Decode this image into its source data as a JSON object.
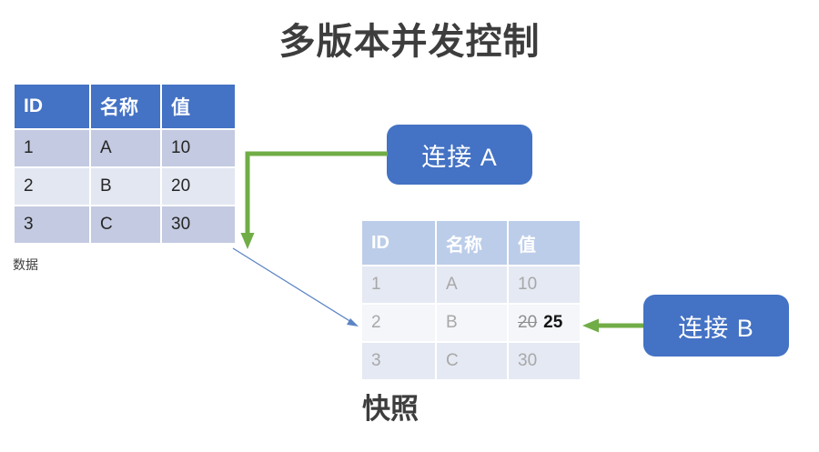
{
  "slide": {
    "title": "多版本并发控制"
  },
  "source_table": {
    "name": "数据",
    "caption": "数据",
    "headers": [
      "ID",
      "名称",
      "值"
    ],
    "rows": [
      [
        "1",
        "A",
        "10"
      ],
      [
        "2",
        "B",
        "20"
      ],
      [
        "3",
        "C",
        "30"
      ]
    ]
  },
  "snapshot_table": {
    "name": "快照",
    "caption": "快照",
    "headers": [
      "ID",
      "名称",
      "值"
    ],
    "rows": [
      {
        "id": "1",
        "name": "A",
        "value": "10",
        "old_value": null,
        "new_value": null
      },
      {
        "id": "2",
        "name": "B",
        "value": null,
        "old_value": "20",
        "new_value": "25"
      },
      {
        "id": "3",
        "name": "C",
        "value": "30",
        "old_value": null,
        "new_value": null
      }
    ]
  },
  "connections": {
    "a": {
      "label": "连接 A"
    },
    "b": {
      "label": "连接 B"
    }
  },
  "arrows": {
    "conn_a_to_data": {
      "icon": "elbow-arrow-down-icon",
      "color": "#70AD47"
    },
    "conn_b_to_snapshot": {
      "icon": "arrow-left-icon",
      "color": "#70AD47"
    },
    "data_to_snapshot": {
      "icon": "arrow-diagonal-icon",
      "color": "#5B84C4"
    }
  },
  "colors": {
    "header_blue": "#4472C4",
    "header_blue_faded": "#BCCDE9",
    "row_odd": "#C3CAE1",
    "row_even": "#E3E7F1",
    "row_odd_faded": "#E5E9F3",
    "row_even_faded": "#F4F6FA",
    "arrow_green": "#70AD47",
    "arrow_blue": "#5B84C4",
    "title_text": "#3D3D3D"
  }
}
